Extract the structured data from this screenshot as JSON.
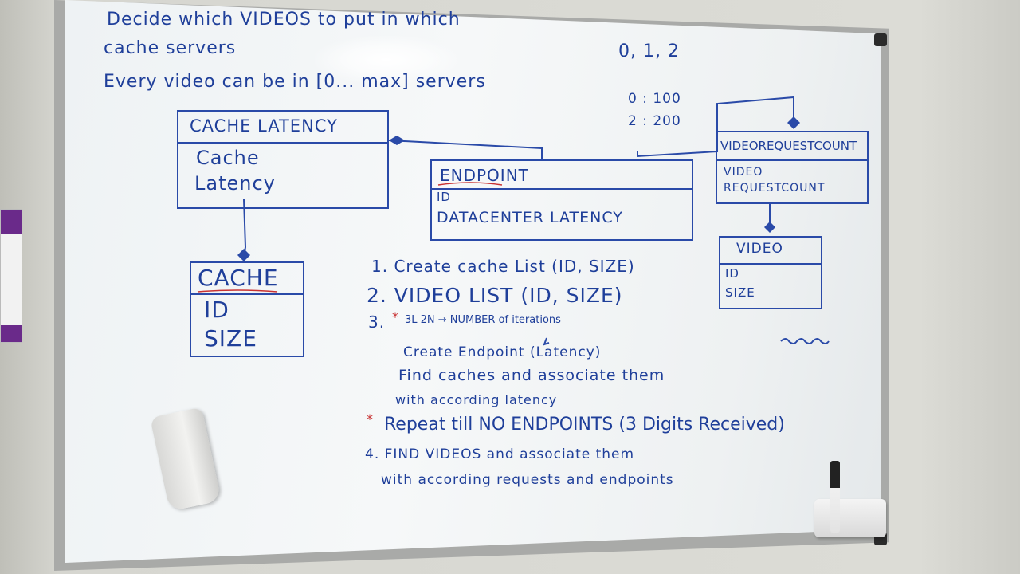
{
  "whiteboard": {
    "header_line1": "Decide which VIDEOS to put in which",
    "header_line2": "cache servers",
    "header_line3": "Every video can be in [0... max] servers",
    "side_note_top": "0, 1, 2",
    "side_note_mid1": "0 : 100",
    "side_note_mid2": "2 : 200",
    "entities": {
      "cache_latency": {
        "title": "CACHE LATENCY",
        "field1": "Cache",
        "field2": "Latency"
      },
      "cache": {
        "title": "CACHE",
        "field1": "ID",
        "field2": "SIZE"
      },
      "endpoint": {
        "title": "ENDPOINT",
        "field1": "ID",
        "field2": "DATACENTER LATENCY"
      },
      "video_request_count": {
        "title": "VIDEOREQUESTCOUNT",
        "field1": "VIDEO",
        "field2": "REQUESTCOUNT"
      },
      "video": {
        "title": "VIDEO",
        "field1": "ID",
        "field2": "SIZE"
      }
    },
    "steps": {
      "step1": "1. Create cache List (ID, SIZE)",
      "step2": "2. VIDEO LIST (ID, SIZE)",
      "step3": "3.",
      "step3_note": "3L 2N → NUMBER of iterations",
      "sub1": "Create Endpoint (Latency)",
      "sub2": "Find caches and associate them",
      "sub3": "with according latency",
      "repeat": "Repeat till NO ENDPOINTS (3 Digits Received)",
      "step4a": "4. FIND VIDEOS and associate them",
      "step4b": "with according requests and endpoints"
    },
    "asterisk": "*"
  },
  "colors": {
    "ink": "#1f3f9a",
    "accent": "#c83232",
    "frame": "#a9aaa8"
  }
}
